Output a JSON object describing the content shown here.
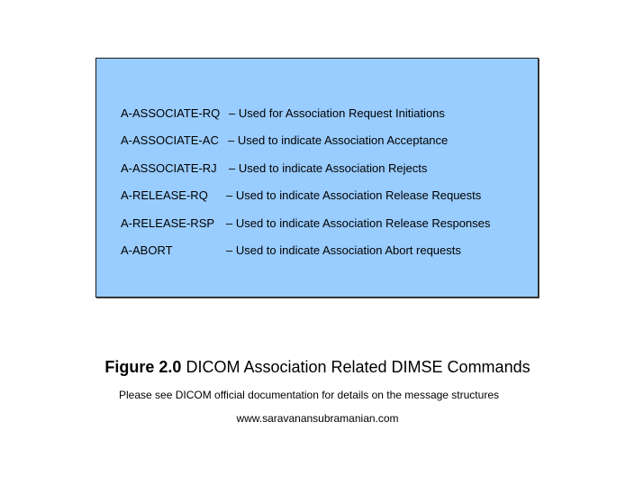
{
  "diagram": {
    "box": {
      "fill_color": "#99ccff",
      "border_color": "#1a1a1a",
      "commands": [
        {
          "name": "A-ASSOCIATE-RQ",
          "description": "– Used for Association Request Initiations"
        },
        {
          "name": "A-ASSOCIATE-AC",
          "description": "– Used to indicate Association Acceptance"
        },
        {
          "name": "A-ASSOCIATE-RJ",
          "description": "– Used to indicate Association Rejects"
        },
        {
          "name": "A-RELEASE-RQ",
          "description": "– Used to indicate Association Release Requests"
        },
        {
          "name": "A-RELEASE-RSP",
          "description": "– Used to indicate Association Release Responses"
        },
        {
          "name": "A-ABORT",
          "description": "– Used to indicate Association Abort requests"
        }
      ]
    },
    "caption": {
      "figure_label": "Figure 2.0",
      "title": "DICOM Association Related DIMSE Commands",
      "note": "Please see DICOM official documentation for details on the message structures",
      "url": "www.saravanansubramanian.com"
    }
  }
}
